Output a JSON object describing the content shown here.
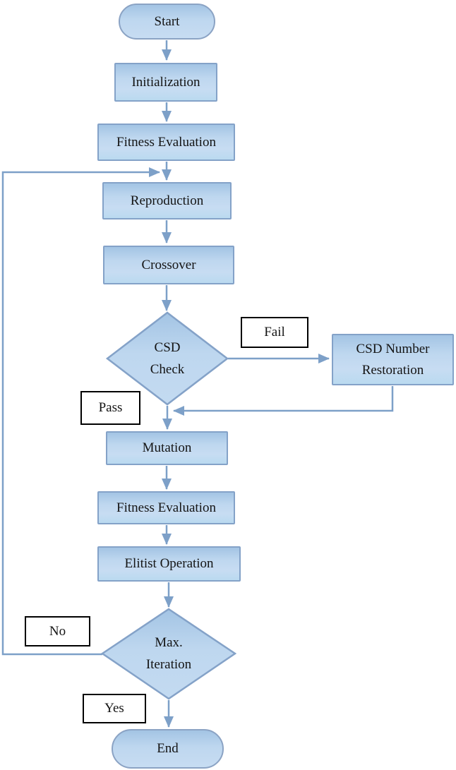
{
  "diagram": {
    "type": "flowchart",
    "nodes": {
      "start": {
        "label": "Start",
        "shape": "terminator"
      },
      "initialization": {
        "label": "Initialization",
        "shape": "process"
      },
      "fitness_evaluation_1": {
        "label": "Fitness Evaluation",
        "shape": "process"
      },
      "reproduction": {
        "label": "Reproduction",
        "shape": "process"
      },
      "crossover": {
        "label": "Crossover",
        "shape": "process"
      },
      "csd_check": {
        "line1": "CSD",
        "line2": "Check",
        "shape": "decision"
      },
      "csd_number_restoration": {
        "line1": "CSD Number",
        "line2": "Restoration",
        "shape": "process"
      },
      "mutation": {
        "label": "Mutation",
        "shape": "process"
      },
      "fitness_evaluation_2": {
        "label": "Fitness Evaluation",
        "shape": "process"
      },
      "elitist_operation": {
        "label": "Elitist Operation",
        "shape": "process"
      },
      "max_iteration": {
        "line1": "Max.",
        "line2": "Iteration",
        "shape": "decision"
      },
      "end": {
        "label": "End",
        "shape": "terminator"
      }
    },
    "edge_labels": {
      "fail": "Fail",
      "pass": "Pass",
      "no": "No",
      "yes": "Yes"
    },
    "edges": [
      "Start -> Initialization",
      "Initialization -> Fitness Evaluation",
      "Fitness Evaluation -> Reproduction",
      "Reproduction -> Crossover",
      "Crossover -> CSD Check",
      "CSD Check -Fail-> CSD Number Restoration",
      "CSD Number Restoration -> Mutation (merge before Mutation)",
      "CSD Check -Pass-> Mutation",
      "Mutation -> Fitness Evaluation",
      "Fitness Evaluation -> Elitist Operation",
      "Elitist Operation -> Max. Iteration",
      "Max. Iteration -No-> Reproduction (loop back left side)",
      "Max. Iteration -Yes-> End"
    ],
    "colors": {
      "node_fill_light": "#c7dcf2",
      "node_fill_dark": "#a3c4e4",
      "node_border": "#84a2c8",
      "arrow": "#7da0c8",
      "label_box_border": "#000000",
      "label_box_fill": "#ffffff",
      "text": "#141414",
      "background": "#ffffff"
    }
  }
}
